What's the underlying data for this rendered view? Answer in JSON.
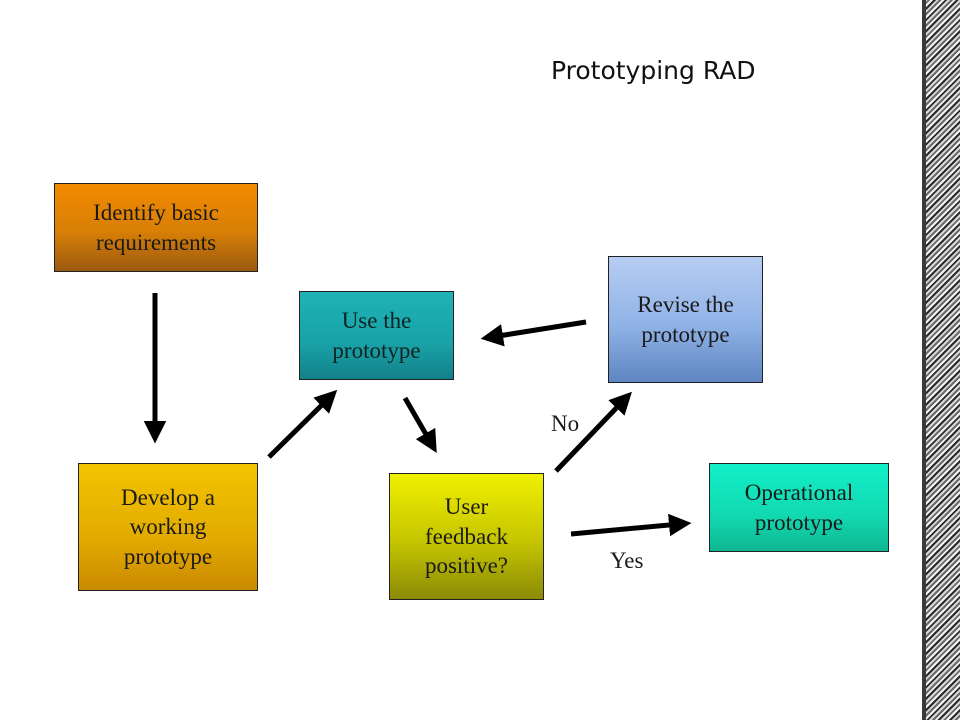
{
  "title": "Prototyping RAD",
  "nodes": {
    "identify": "Identify basic\nrequirements",
    "develop": "Develop a\nworking\nprototype",
    "use": "Use the\nprototype",
    "feedback": "User\nfeedback\npositive?",
    "revise": "Revise the\nprototype",
    "operational": "Operational\nprototype"
  },
  "edge_labels": {
    "no": "No",
    "yes": "Yes"
  },
  "colors": {
    "identify": "#d87f06",
    "develop": "#e2aa00",
    "use": "#18a1a6",
    "feedback": "#c4c400",
    "revise": "#8fb2e6",
    "operational": "#12d8b0",
    "arrow": "#000000"
  }
}
